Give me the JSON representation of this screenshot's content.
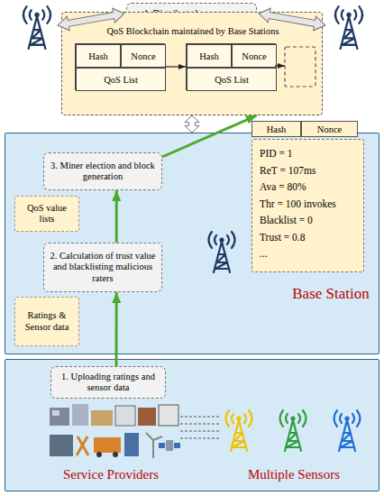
{
  "diagram": {
    "nodes": [
      {
        "text": [
          "4. Distributed consensus"
        ]
      },
      {
        "text": [
          "QoS Blockchain maintained by Base Stations"
        ]
      },
      {
        "text": [
          "Hash",
          "Nonce",
          "QoS List"
        ],
        "in": 1
      },
      {
        "text": [
          "Hash",
          "Nonce",
          "QoS List"
        ],
        "in": 1
      },
      {
        "text": [
          "Base Station"
        ]
      },
      {
        "text": [
          "3. Miner election and block generation"
        ],
        "in": 4
      },
      {
        "text": [
          "QoS value lists"
        ],
        "in": 4
      },
      {
        "text": [
          "2. Calculation of trust value and blacklisting malicious raters"
        ],
        "in": 4
      },
      {
        "text": [
          "Ratings & Sensor data"
        ],
        "in": 4
      },
      {
        "text": [
          "Hash",
          "Nonce",
          "PID = 1",
          "ReT = 107ms",
          "Ava = 80%",
          "Thr = 100 invokes",
          "Blacklist = 0",
          "Trust = 0.8",
          "..."
        ],
        "in": 4
      },
      {
        "text": [
          "Service Providers",
          "Multiple Sensors"
        ]
      },
      {
        "text": [
          "1. Uploading ratings and sensor data"
        ],
        "in": 10
      }
    ],
    "edges": [
      {
        "from": 2,
        "to": 3,
        "arrow": "to"
      },
      {
        "from": 1,
        "to": 4,
        "arrow": "both"
      },
      {
        "from": 11,
        "to": 7,
        "arrow": "to"
      },
      {
        "from": 7,
        "to": 5,
        "arrow": "to"
      },
      {
        "from": 5,
        "to": 1,
        "arrow": "to"
      }
    ]
  }
}
